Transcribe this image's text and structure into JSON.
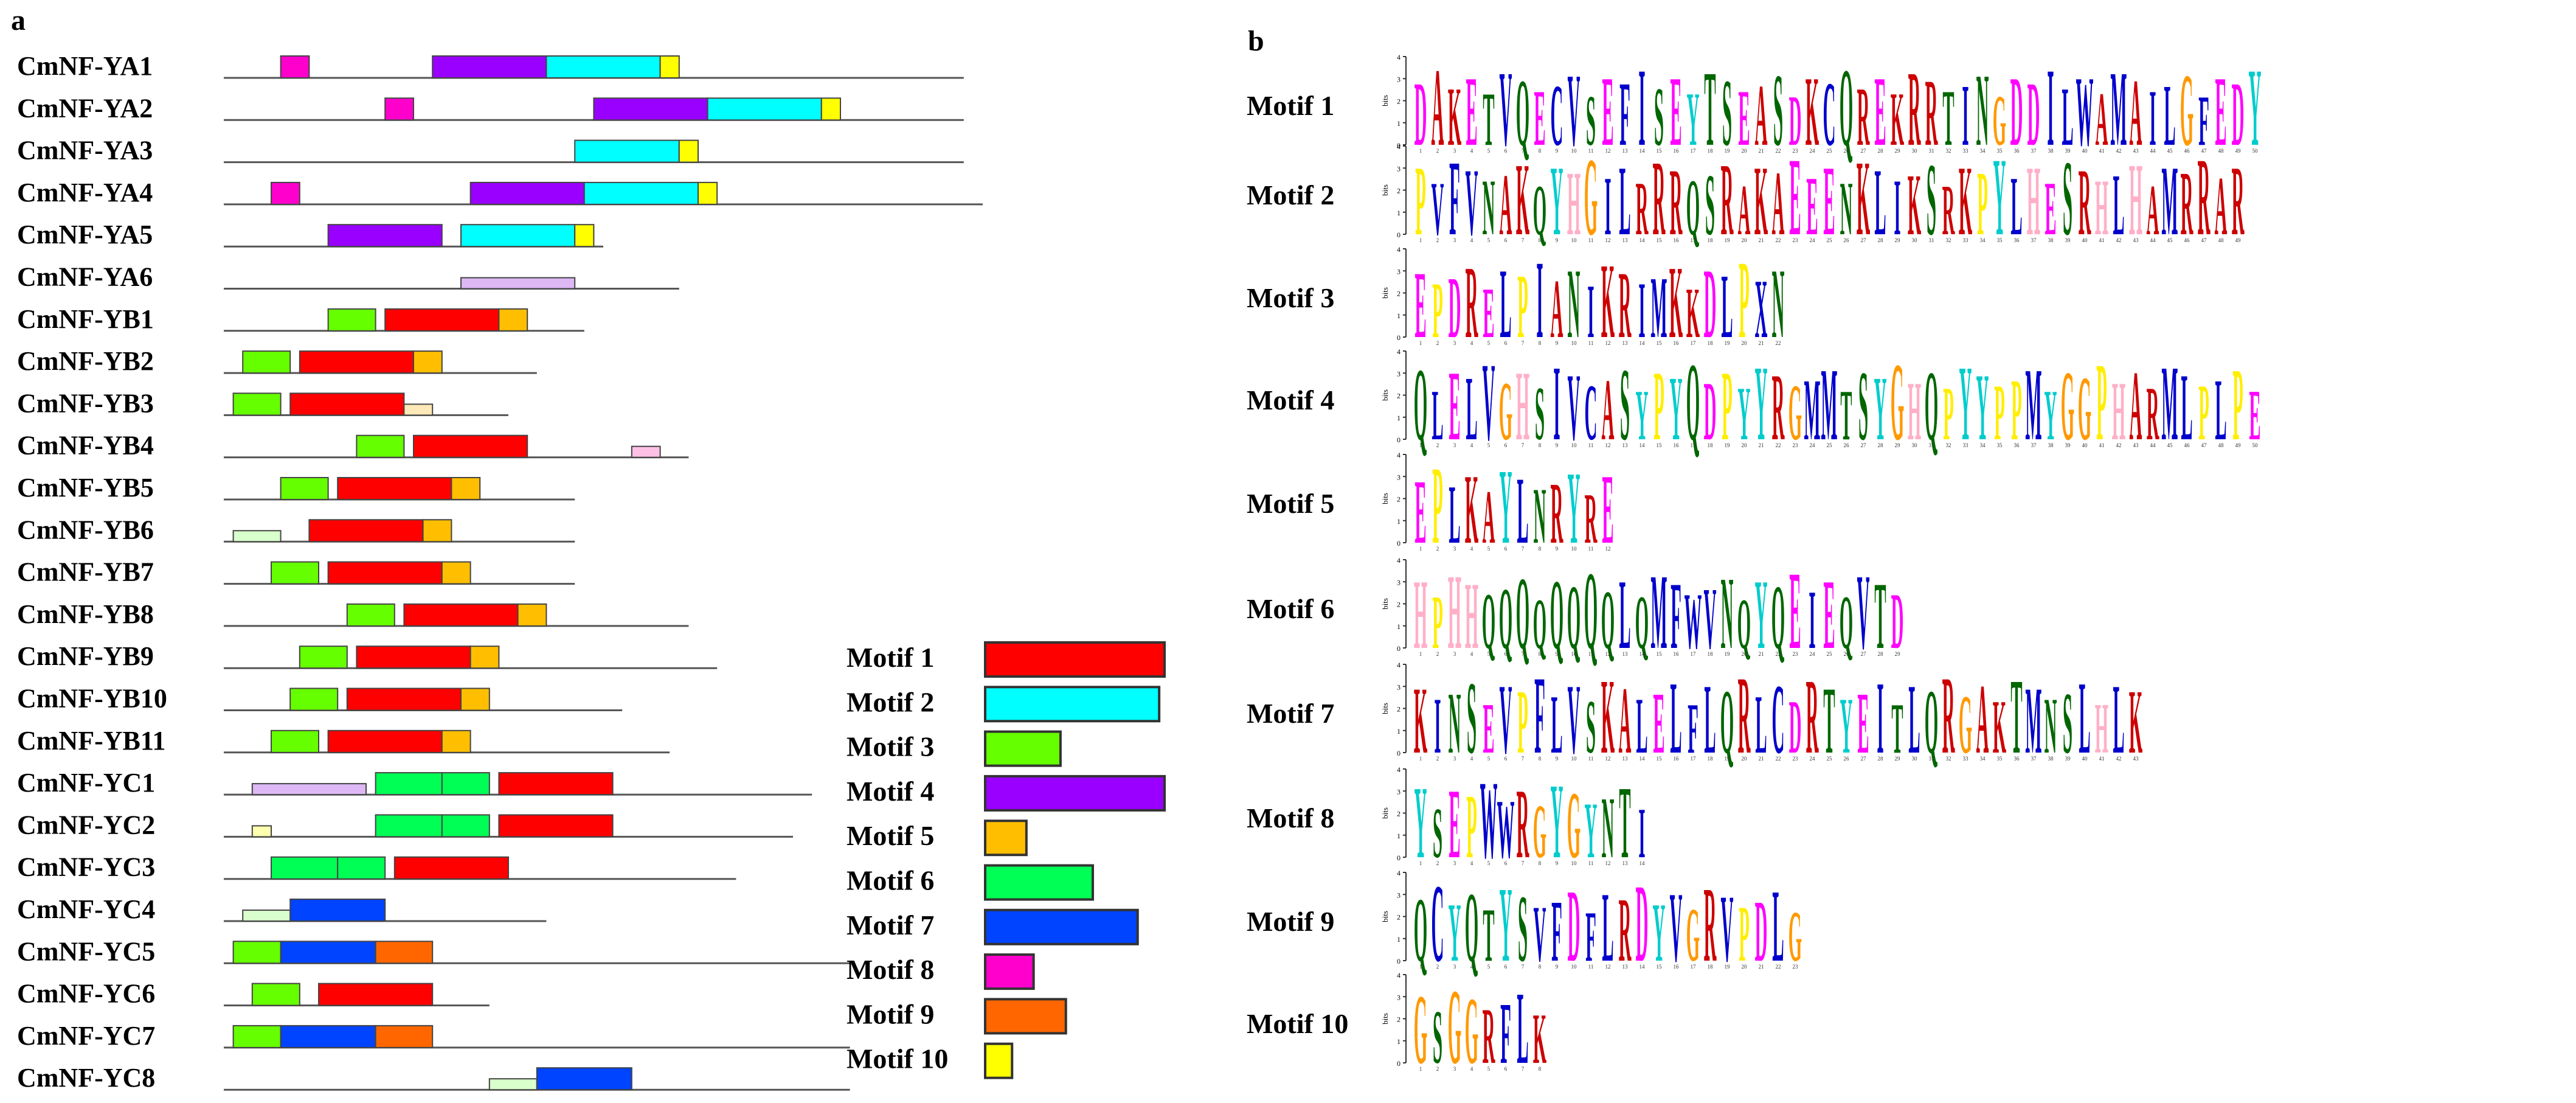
{
  "panel_a": {
    "label": "a",
    "genes": [
      {
        "name": "CmNF-YA1",
        "length": 0.78,
        "motifs": [
          {
            "m": "8",
            "s": 0.06,
            "e": 0.09
          },
          {
            "m": "4",
            "s": 0.22,
            "e": 0.34
          },
          {
            "m": "2",
            "s": 0.34,
            "e": 0.46
          },
          {
            "m": "10",
            "s": 0.46,
            "e": 0.48
          }
        ]
      },
      {
        "name": "CmNF-YA2",
        "length": 0.78,
        "motifs": [
          {
            "m": "8",
            "s": 0.17,
            "e": 0.2
          },
          {
            "m": "4",
            "s": 0.39,
            "e": 0.51
          },
          {
            "m": "2",
            "s": 0.51,
            "e": 0.63
          },
          {
            "m": "10",
            "s": 0.63,
            "e": 0.65
          }
        ]
      },
      {
        "name": "CmNF-YA3",
        "length": 0.78,
        "motifs": [
          {
            "m": "2",
            "s": 0.37,
            "e": 0.48
          },
          {
            "m": "10",
            "s": 0.48,
            "e": 0.5
          }
        ]
      },
      {
        "name": "CmNF-YA4",
        "length": 0.8,
        "motifs": [
          {
            "m": "8",
            "s": 0.05,
            "e": 0.08
          },
          {
            "m": "4",
            "s": 0.26,
            "e": 0.38
          },
          {
            "m": "2",
            "s": 0.38,
            "e": 0.5
          },
          {
            "m": "10",
            "s": 0.5,
            "e": 0.52
          }
        ]
      },
      {
        "name": "CmNF-YA5",
        "length": 0.4,
        "motifs": [
          {
            "m": "4",
            "s": 0.11,
            "e": 0.23
          },
          {
            "m": "2",
            "s": 0.25,
            "e": 0.37
          },
          {
            "m": "10",
            "s": 0.37,
            "e": 0.39
          }
        ]
      },
      {
        "name": "CmNF-YA6",
        "length": 0.48,
        "motifs": [
          {
            "m": "faint-purple",
            "s": 0.25,
            "e": 0.37
          }
        ]
      },
      {
        "name": "CmNF-YB1",
        "length": 0.38,
        "motifs": [
          {
            "m": "3",
            "s": 0.11,
            "e": 0.16
          },
          {
            "m": "1",
            "s": 0.17,
            "e": 0.29
          },
          {
            "m": "5",
            "s": 0.29,
            "e": 0.32
          }
        ]
      },
      {
        "name": "CmNF-YB2",
        "length": 0.33,
        "motifs": [
          {
            "m": "3",
            "s": 0.02,
            "e": 0.07
          },
          {
            "m": "1",
            "s": 0.08,
            "e": 0.2
          },
          {
            "m": "5",
            "s": 0.2,
            "e": 0.23
          }
        ]
      },
      {
        "name": "CmNF-YB3",
        "length": 0.3,
        "motifs": [
          {
            "m": "3",
            "s": 0.01,
            "e": 0.06
          },
          {
            "m": "1",
            "s": 0.07,
            "e": 0.19
          },
          {
            "m": "faint-orange",
            "s": 0.19,
            "e": 0.22
          }
        ]
      },
      {
        "name": "CmNF-YB4",
        "length": 0.49,
        "motifs": [
          {
            "m": "3",
            "s": 0.14,
            "e": 0.19
          },
          {
            "m": "1",
            "s": 0.2,
            "e": 0.32
          },
          {
            "m": "faint-pink",
            "s": 0.43,
            "e": 0.46
          }
        ]
      },
      {
        "name": "CmNF-YB5",
        "length": 0.37,
        "motifs": [
          {
            "m": "3",
            "s": 0.06,
            "e": 0.11
          },
          {
            "m": "1",
            "s": 0.12,
            "e": 0.24
          },
          {
            "m": "5",
            "s": 0.24,
            "e": 0.27
          }
        ]
      },
      {
        "name": "CmNF-YB6",
        "length": 0.37,
        "motifs": [
          {
            "m": "faint-green",
            "s": 0.01,
            "e": 0.06
          },
          {
            "m": "1",
            "s": 0.09,
            "e": 0.21
          },
          {
            "m": "5",
            "s": 0.21,
            "e": 0.24
          }
        ]
      },
      {
        "name": "CmNF-YB7",
        "length": 0.37,
        "motifs": [
          {
            "m": "3",
            "s": 0.05,
            "e": 0.1
          },
          {
            "m": "1",
            "s": 0.11,
            "e": 0.23
          },
          {
            "m": "5",
            "s": 0.23,
            "e": 0.26
          }
        ]
      },
      {
        "name": "CmNF-YB8",
        "length": 0.49,
        "motifs": [
          {
            "m": "3",
            "s": 0.13,
            "e": 0.18
          },
          {
            "m": "1",
            "s": 0.19,
            "e": 0.31
          },
          {
            "m": "5",
            "s": 0.31,
            "e": 0.34
          }
        ]
      },
      {
        "name": "CmNF-YB9",
        "length": 0.52,
        "motifs": [
          {
            "m": "3",
            "s": 0.08,
            "e": 0.13
          },
          {
            "m": "1",
            "s": 0.14,
            "e": 0.26
          },
          {
            "m": "5",
            "s": 0.26,
            "e": 0.29
          }
        ]
      },
      {
        "name": "CmNF-YB10",
        "length": 0.42,
        "motifs": [
          {
            "m": "3",
            "s": 0.07,
            "e": 0.12
          },
          {
            "m": "1",
            "s": 0.13,
            "e": 0.25
          },
          {
            "m": "5",
            "s": 0.25,
            "e": 0.28
          }
        ]
      },
      {
        "name": "CmNF-YB11",
        "length": 0.47,
        "motifs": [
          {
            "m": "3",
            "s": 0.05,
            "e": 0.1
          },
          {
            "m": "1",
            "s": 0.11,
            "e": 0.23
          },
          {
            "m": "5",
            "s": 0.23,
            "e": 0.26
          }
        ]
      },
      {
        "name": "CmNF-YC1",
        "length": 0.62,
        "motifs": [
          {
            "m": "faint-purple",
            "s": 0.03,
            "e": 0.15
          },
          {
            "m": "6",
            "s": 0.16,
            "e": 0.23
          },
          {
            "m": "6",
            "s": 0.23,
            "e": 0.28
          },
          {
            "m": "1",
            "s": 0.29,
            "e": 0.41
          }
        ]
      },
      {
        "name": "CmNF-YC2",
        "length": 0.6,
        "motifs": [
          {
            "m": "faint-yellow",
            "s": 0.03,
            "e": 0.05
          },
          {
            "m": "6",
            "s": 0.16,
            "e": 0.23
          },
          {
            "m": "6",
            "s": 0.23,
            "e": 0.28
          },
          {
            "m": "1",
            "s": 0.29,
            "e": 0.41
          }
        ]
      },
      {
        "name": "CmNF-YC3",
        "length": 0.54,
        "motifs": [
          {
            "m": "6",
            "s": 0.05,
            "e": 0.12
          },
          {
            "m": "6",
            "s": 0.12,
            "e": 0.17
          },
          {
            "m": "1",
            "s": 0.18,
            "e": 0.3
          }
        ]
      },
      {
        "name": "CmNF-YC4",
        "length": 0.34,
        "motifs": [
          {
            "m": "faint-green",
            "s": 0.02,
            "e": 0.07
          },
          {
            "m": "7",
            "s": 0.07,
            "e": 0.17
          }
        ]
      },
      {
        "name": "CmNF-YC5",
        "length": 0.66,
        "motifs": [
          {
            "m": "3",
            "s": 0.01,
            "e": 0.06
          },
          {
            "m": "7",
            "s": 0.06,
            "e": 0.16
          },
          {
            "m": "9",
            "s": 0.16,
            "e": 0.22
          }
        ]
      },
      {
        "name": "CmNF-YC6",
        "length": 0.28,
        "motifs": [
          {
            "m": "3",
            "s": 0.03,
            "e": 0.08
          },
          {
            "m": "1",
            "s": 0.1,
            "e": 0.22
          }
        ]
      },
      {
        "name": "CmNF-YC7",
        "length": 0.66,
        "motifs": [
          {
            "m": "3",
            "s": 0.01,
            "e": 0.06
          },
          {
            "m": "7",
            "s": 0.06,
            "e": 0.16
          },
          {
            "m": "9",
            "s": 0.16,
            "e": 0.22
          }
        ]
      },
      {
        "name": "CmNF-YC8",
        "length": 0.66,
        "motifs": [
          {
            "m": "faint-green",
            "s": 0.28,
            "e": 0.33
          },
          {
            "m": "7",
            "s": 0.33,
            "e": 0.43
          }
        ]
      }
    ],
    "legend": [
      {
        "label": "Motif 1",
        "key": "1",
        "rel_width": 1.0
      },
      {
        "label": "Motif 2",
        "key": "2",
        "rel_width": 0.97
      },
      {
        "label": "Motif 3",
        "key": "3",
        "rel_width": 0.42
      },
      {
        "label": "Motif 4",
        "key": "4",
        "rel_width": 1.0
      },
      {
        "label": "Motif 5",
        "key": "5",
        "rel_width": 0.23
      },
      {
        "label": "Motif 6",
        "key": "6",
        "rel_width": 0.6
      },
      {
        "label": "Motif 7",
        "key": "7",
        "rel_width": 0.85
      },
      {
        "label": "Motif 8",
        "key": "8",
        "rel_width": 0.27
      },
      {
        "label": "Motif 9",
        "key": "9",
        "rel_width": 0.45
      },
      {
        "label": "Motif 10",
        "key": "10",
        "rel_width": 0.15
      }
    ],
    "colors": {
      "1": "#ff0000",
      "2": "#00ffff",
      "3": "#66ff00",
      "4": "#9900ff",
      "5": "#ffbf00",
      "6": "#00ff55",
      "7": "#0044ff",
      "8": "#ff00cc",
      "9": "#ff6600",
      "10": "#ffff00",
      "faint-purple": "#ddb8f5",
      "faint-orange": "#ffe9b8",
      "faint-pink": "#ffc0e6",
      "faint-green": "#d9ffcc",
      "faint-yellow": "#ffffb0"
    }
  },
  "panel_b": {
    "label": "b",
    "axis_label": "bits",
    "y_ticks": [
      "0",
      "1",
      "2",
      "3",
      "4"
    ],
    "motifs": [
      {
        "label": "Motif 1",
        "seq": "DAKETVQECVSEFISEYTSEASDKCQREKRRTINGDDILWAMAILGFEDY"
      },
      {
        "label": "Motif 2",
        "seq": "PVFVNAKQYHGILRRRQSRAKAEEENKLIKSRKPYLHESRHLHAMRRAR"
      },
      {
        "label": "Motif 3",
        "seq": "EPDRELPIANIKRIMKKDLPXN"
      },
      {
        "label": "Motif 4",
        "seq": "QLELVGHSIVCASYPYQDPYYRGMMTSYGHQPYYPPMYGGPHARMLPLPE"
      },
      {
        "label": "Motif 5",
        "seq": "EPLKAYLNRYRE"
      },
      {
        "label": "Motif 6",
        "seq": "HPHHQQQQQQQQLQMFWVNQYQEIEQVTD"
      },
      {
        "label": "Motif 7",
        "seq": "KINSEVPFLVSKALELFLQRLCDRTYEITLQRGAKTMNSLHLK"
      },
      {
        "label": "Motif 8",
        "seq": "YSEPWWRGYGYNTI"
      },
      {
        "label": "Motif 9",
        "seq": "QCYQTYSVFDFLRDYVGRVPDLG"
      },
      {
        "label": "Motif 10",
        "seq": "GSGGRFLK"
      }
    ]
  }
}
